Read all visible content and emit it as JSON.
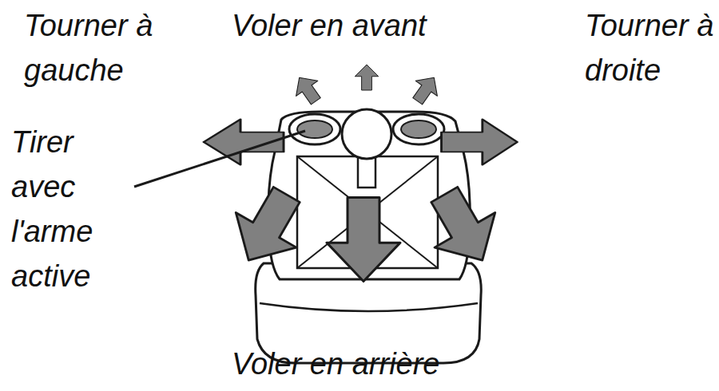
{
  "diagram": {
    "labels": [
      "Tourner à gauche",
      "Voler en avant",
      "Tourner à droite",
      "Tirer avec l'arme active",
      "Voler en arrière"
    ]
  }
}
